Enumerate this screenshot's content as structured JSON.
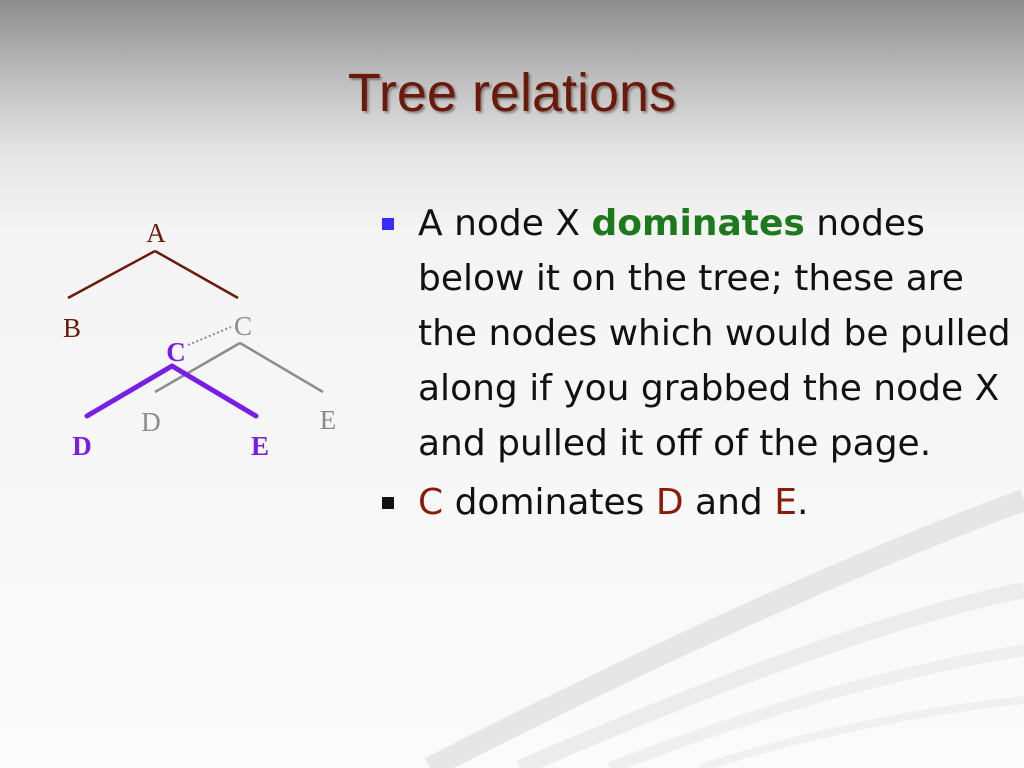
{
  "slide": {
    "title": "Tree relations"
  },
  "colors": {
    "title": "#6b1a0a",
    "bullet_1_marker": "#3a2bff",
    "bullet_2_marker": "#111111",
    "highlight_term": "#1c7a1c",
    "node_ref": "#8a1a0a",
    "tree_upper_edges": "#6b1a0a",
    "tree_original_subtree": "#8c8c8c",
    "tree_moved_subtree": "#7a1ee6"
  },
  "tree": {
    "nodes": {
      "a": "A",
      "b": "B",
      "c_original": "C",
      "c_moved": "C",
      "d_original": "D",
      "e_original": "E",
      "d_moved": "D",
      "e_moved": "E"
    }
  },
  "bullets": [
    {
      "marker": "square",
      "prefix": "A node X ",
      "term": "dominates",
      "text": " nodes below it on the tree; these are the nodes which would be pulled along if you grabbed the node X and pulled it off of the page."
    },
    {
      "marker": "square",
      "c": "C",
      "mid": " dominates ",
      "d": "D",
      "and": " and ",
      "e": "E",
      "end": "."
    }
  ]
}
